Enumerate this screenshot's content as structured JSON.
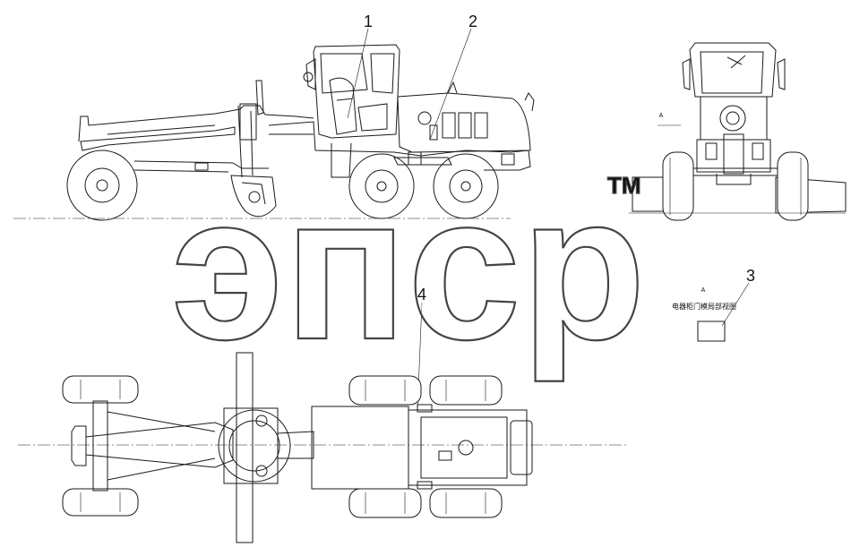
{
  "callouts": [
    {
      "id": "1",
      "label": "1"
    },
    {
      "id": "2",
      "label": "2"
    },
    {
      "id": "3",
      "label": "3"
    },
    {
      "id": "4",
      "label": "4"
    }
  ],
  "view_marks": {
    "rear_view": "A",
    "detail_view": "A"
  },
  "detail_caption": "电器柜门模局部视图",
  "watermark": {
    "text": "эпср",
    "trademark": "TM"
  },
  "colors": {
    "line": "#1a1a1a",
    "background": "#ffffff",
    "watermark_stroke": "#444444"
  }
}
